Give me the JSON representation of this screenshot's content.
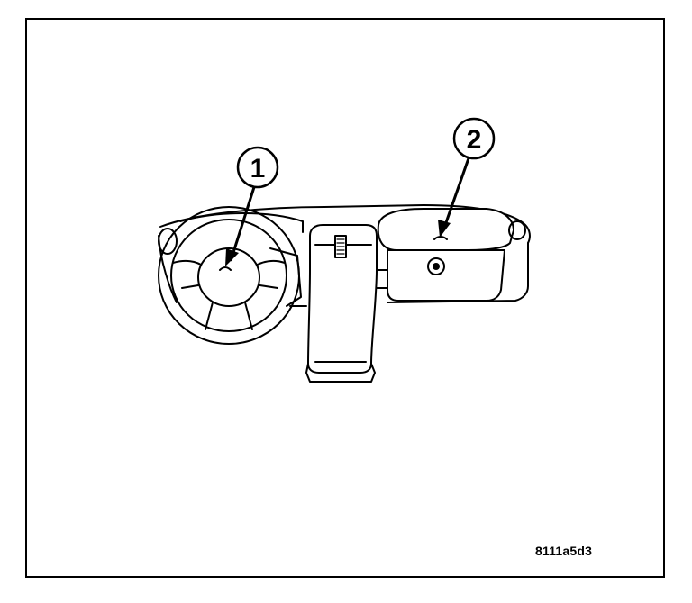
{
  "callouts": [
    {
      "id": "1",
      "label": "1"
    },
    {
      "id": "2",
      "label": "2"
    }
  ],
  "figure_code": "8111a5d3",
  "colors": {
    "ink": "#000000",
    "paper": "#ffffff",
    "shade": "#e6e6e6"
  }
}
